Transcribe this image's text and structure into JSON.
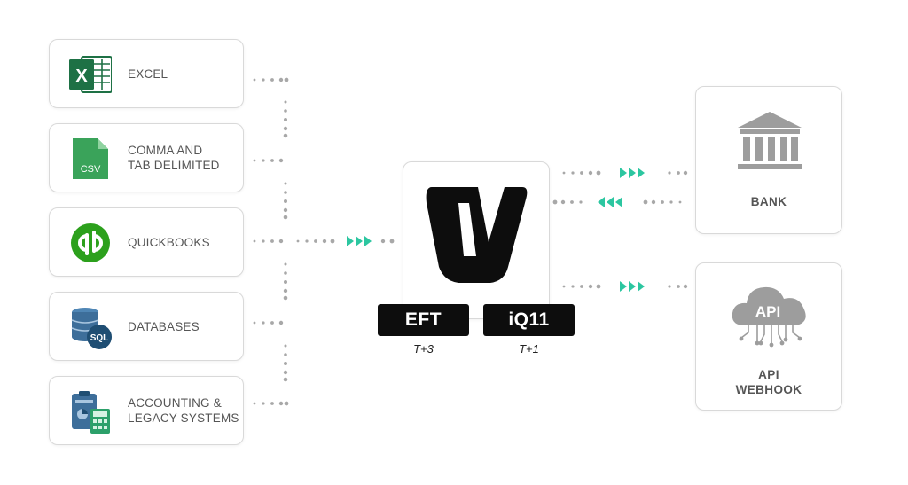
{
  "sources": [
    {
      "label_lines": [
        "EXCEL"
      ],
      "icon": "excel-icon"
    },
    {
      "label_lines": [
        "COMMA AND",
        "TAB DELIMITED"
      ],
      "icon": "csv-file-icon",
      "icon_text": "CSV"
    },
    {
      "label_lines": [
        "QUICKBOOKS"
      ],
      "icon": "quickbooks-icon"
    },
    {
      "label_lines": [
        "DATABASES"
      ],
      "icon": "sql-database-icon",
      "icon_text": "SQL"
    },
    {
      "label_lines": [
        "ACCOUNTING &",
        "LEGACY SYSTEMS"
      ],
      "icon": "accounting-systems-icon"
    }
  ],
  "center": {
    "logo": "v-logo-icon",
    "products": [
      {
        "label": "EFT",
        "timing": "T+3"
      },
      {
        "label": "iQ11",
        "timing": "T+1"
      }
    ]
  },
  "destinations": [
    {
      "label_lines": [
        "BANK"
      ],
      "icon": "bank-icon"
    },
    {
      "label_lines": [
        "API",
        "WEBHOOK"
      ],
      "icon": "api-cloud-icon",
      "icon_text": "API"
    }
  ],
  "colors": {
    "accent_arrows": "#2cc6a0",
    "dots": "#a8a8a8",
    "excel_green": "#1e7145",
    "csv_green": "#3aa35a",
    "quickbooks_green": "#2ca01c",
    "db_blue": "#3d6e9a",
    "icon_gray": "#9d9d9d",
    "pill_black": "#0d0d0d"
  }
}
